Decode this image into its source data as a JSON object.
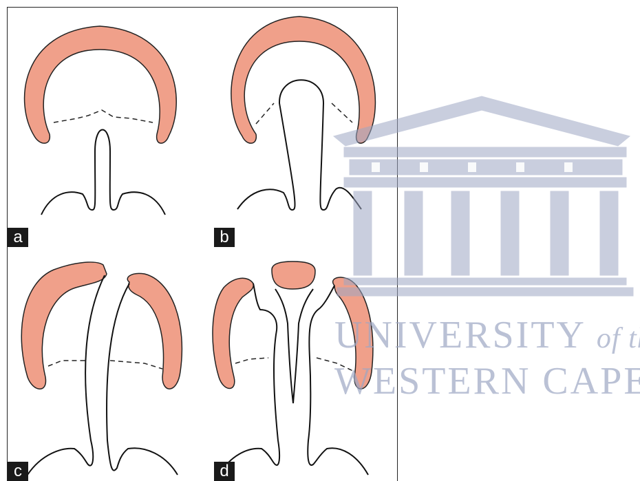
{
  "panels": [
    {
      "label": "a"
    },
    {
      "label": "b"
    },
    {
      "label": "c"
    },
    {
      "label": "d"
    }
  ],
  "colors": {
    "tissue_fill": "#f0a08a",
    "outline": "#111111",
    "watermark": "#9da7c4",
    "label_background": "#1a1a1a"
  },
  "watermark": {
    "line1_main": "UNIVERSITY",
    "line1_italic": "of the",
    "line2": "WESTERN CAPE",
    "emblem": "columned-building-logo"
  }
}
